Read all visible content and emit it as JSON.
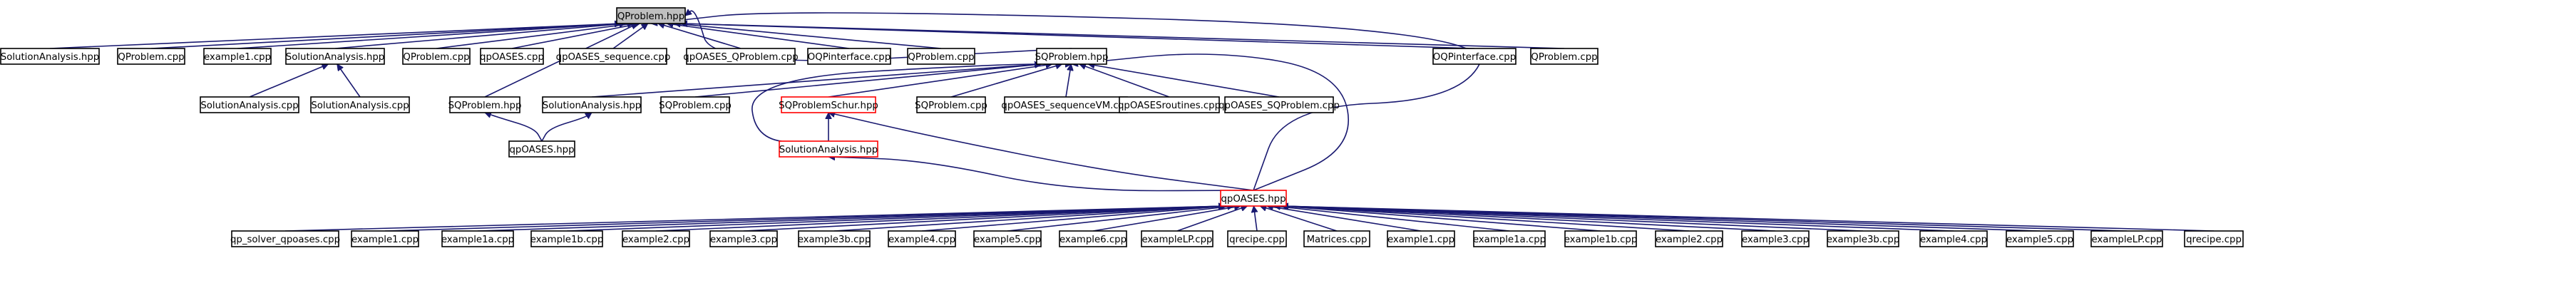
{
  "graph": {
    "edge_color": "#191970",
    "root_fill": "#bfbfbf",
    "broken_border_color": "#ff0000",
    "nodes": {
      "n_qproblem_hpp": {
        "label": "QProblem.hpp",
        "root": true
      },
      "n_solana1": {
        "label": "SolutionAnalysis.hpp"
      },
      "n_qp_cpp1": {
        "label": "QProblem.cpp"
      },
      "n_ex1_cpp_top": {
        "label": "example1.cpp"
      },
      "n_solana_hpp2": {
        "label": "SolutionAnalysis.hpp"
      },
      "n_qp_cpp2": {
        "label": "QProblem.cpp"
      },
      "n_qpoases_cpp": {
        "label": "qpOASES.cpp"
      },
      "n_qpoases_seq": {
        "label": "qpOASES_sequence.cpp"
      },
      "n_qpoases_qp": {
        "label": "qpOASES_QProblem.cpp"
      },
      "n_oqpi1": {
        "label": "OQPinterface.cpp"
      },
      "n_qp_cpp3": {
        "label": "QProblem.cpp"
      },
      "n_sqp_hpp": {
        "label": "SQProblem.hpp"
      },
      "n_oqpi2": {
        "label": "OQPinterface.cpp"
      },
      "n_qp_cpp4": {
        "label": "QProblem.cpp"
      },
      "n_solana_cpp1": {
        "label": "SolutionAnalysis.cpp"
      },
      "n_solana_cpp2": {
        "label": "SolutionAnalysis.cpp"
      },
      "n_sqp_hpp2": {
        "label": "SQProblem.hpp"
      },
      "n_solana_hpp3": {
        "label": "SolutionAnalysis.hpp"
      },
      "n_sqp_cpp1": {
        "label": "SQProblem.cpp"
      },
      "n_sqpschur": {
        "label": "SQProblemSchur.hpp",
        "broken": true
      },
      "n_sqp_cpp2": {
        "label": "SQProblem.cpp"
      },
      "n_seqvm": {
        "label": "qpOASES_sequenceVM.cpp"
      },
      "n_routines": {
        "label": "qpOASESroutines.cpp"
      },
      "n_qpoases_sqp": {
        "label": "qpOASES_SQProblem.cpp"
      },
      "n_qpoases_hpp_mid": {
        "label": "qpOASES.hpp"
      },
      "n_solana_hpp4": {
        "label": "SolutionAnalysis.hpp",
        "broken": true
      },
      "n_qpoases_hpp_main": {
        "label": "qpOASES.hpp",
        "broken": true
      },
      "b01": {
        "label": "qp_solver_qpoases.cpp"
      },
      "b02": {
        "label": "example1.cpp"
      },
      "b03": {
        "label": "example1a.cpp"
      },
      "b04": {
        "label": "example1b.cpp"
      },
      "b05": {
        "label": "example2.cpp"
      },
      "b06": {
        "label": "example3.cpp"
      },
      "b07": {
        "label": "example3b.cpp"
      },
      "b08": {
        "label": "example4.cpp"
      },
      "b09": {
        "label": "example5.cpp"
      },
      "b10": {
        "label": "example6.cpp"
      },
      "b11": {
        "label": "exampleLP.cpp"
      },
      "b12": {
        "label": "qrecipe.cpp"
      },
      "b13": {
        "label": "Matrices.cpp"
      },
      "b14": {
        "label": "example1.cpp"
      },
      "b15": {
        "label": "example1a.cpp"
      },
      "b16": {
        "label": "example1b.cpp"
      },
      "b17": {
        "label": "example2.cpp"
      },
      "b18": {
        "label": "example3.cpp"
      },
      "b19": {
        "label": "example3b.cpp"
      },
      "b20": {
        "label": "example4.cpp"
      },
      "b21": {
        "label": "example5.cpp"
      },
      "b22": {
        "label": "exampleLP.cpp"
      },
      "b23": {
        "label": "qrecipe.cpp"
      }
    },
    "edges": [
      [
        "n_solana1",
        "n_qproblem_hpp"
      ],
      [
        "n_qp_cpp1",
        "n_qproblem_hpp"
      ],
      [
        "n_ex1_cpp_top",
        "n_qproblem_hpp"
      ],
      [
        "n_solana_hpp2",
        "n_qproblem_hpp"
      ],
      [
        "n_qp_cpp2",
        "n_qproblem_hpp"
      ],
      [
        "n_qpoases_cpp",
        "n_qproblem_hpp"
      ],
      [
        "n_qpoases_seq",
        "n_qproblem_hpp"
      ],
      [
        "n_qpoases_qp",
        "n_qproblem_hpp"
      ],
      [
        "n_oqpi1",
        "n_qproblem_hpp"
      ],
      [
        "n_qp_cpp3",
        "n_qproblem_hpp"
      ],
      [
        "n_sqp_hpp",
        "n_qproblem_hpp"
      ],
      [
        "n_oqpi2",
        "n_qproblem_hpp"
      ],
      [
        "n_qp_cpp4",
        "n_qproblem_hpp"
      ],
      [
        "n_sqp_hpp2",
        "n_qproblem_hpp"
      ],
      [
        "n_qpoases_hpp_main",
        "n_qproblem_hpp"
      ],
      [
        "n_solana_cpp1",
        "n_solana_hpp2"
      ],
      [
        "n_solana_cpp2",
        "n_solana_hpp2"
      ],
      [
        "n_solana_hpp3",
        "n_sqp_hpp"
      ],
      [
        "n_sqp_cpp1",
        "n_sqp_hpp"
      ],
      [
        "n_sqpschur",
        "n_sqp_hpp"
      ],
      [
        "n_sqp_cpp2",
        "n_sqp_hpp"
      ],
      [
        "n_seqvm",
        "n_sqp_hpp"
      ],
      [
        "n_routines",
        "n_sqp_hpp"
      ],
      [
        "n_qpoases_sqp",
        "n_sqp_hpp"
      ],
      [
        "n_solana_hpp4",
        "n_sqp_hpp"
      ],
      [
        "n_qpoases_hpp_main",
        "n_sqp_hpp"
      ],
      [
        "n_qpoases_hpp_mid",
        "n_sqp_hpp2"
      ],
      [
        "n_qpoases_hpp_mid",
        "n_solana_hpp3"
      ],
      [
        "n_solana_hpp4",
        "n_sqpschur"
      ],
      [
        "n_qpoases_hpp_main",
        "n_sqpschur"
      ],
      [
        "n_qpoases_hpp_main",
        "n_solana_hpp4"
      ],
      [
        "b01",
        "n_qpoases_hpp_main"
      ],
      [
        "b02",
        "n_qpoases_hpp_main"
      ],
      [
        "b03",
        "n_qpoases_hpp_main"
      ],
      [
        "b04",
        "n_qpoases_hpp_main"
      ],
      [
        "b05",
        "n_qpoases_hpp_main"
      ],
      [
        "b06",
        "n_qpoases_hpp_main"
      ],
      [
        "b07",
        "n_qpoases_hpp_main"
      ],
      [
        "b08",
        "n_qpoases_hpp_main"
      ],
      [
        "b09",
        "n_qpoases_hpp_main"
      ],
      [
        "b10",
        "n_qpoases_hpp_main"
      ],
      [
        "b11",
        "n_qpoases_hpp_main"
      ],
      [
        "b12",
        "n_qpoases_hpp_main"
      ],
      [
        "b13",
        "n_qpoases_hpp_main"
      ],
      [
        "b14",
        "n_qpoases_hpp_main"
      ],
      [
        "b15",
        "n_qpoases_hpp_main"
      ],
      [
        "b16",
        "n_qpoases_hpp_main"
      ],
      [
        "b17",
        "n_qpoases_hpp_main"
      ],
      [
        "b18",
        "n_qpoases_hpp_main"
      ],
      [
        "b19",
        "n_qpoases_hpp_main"
      ],
      [
        "b20",
        "n_qpoases_hpp_main"
      ],
      [
        "b21",
        "n_qpoases_hpp_main"
      ],
      [
        "b22",
        "n_qpoases_hpp_main"
      ],
      [
        "b23",
        "n_qpoases_hpp_main"
      ]
    ]
  }
}
